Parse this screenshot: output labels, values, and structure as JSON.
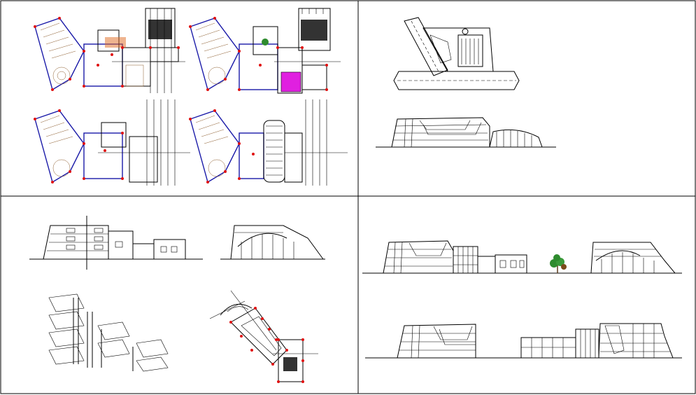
{
  "sheet": {
    "background": "#ffffff",
    "line_color": "#000000",
    "accent_colors": {
      "wall_blue": "#1a1aa8",
      "column_red": "#e01010",
      "furniture_brown": "#8b5a2b",
      "room_magenta": "#e020e0",
      "tree_green": "#2e8b2e"
    }
  },
  "panels": [
    {
      "id": "floor-plans",
      "content": [
        "ground-floor-plan",
        "first-floor-plan",
        "second-floor-plan",
        "third-floor-plan"
      ]
    },
    {
      "id": "site-plan-and-elevation",
      "content": [
        "site-plan",
        "front-elevation"
      ]
    },
    {
      "id": "sections-and-structure",
      "content": [
        "longitudinal-section",
        "cross-section",
        "structural-axonometric",
        "column-grid-plan"
      ]
    },
    {
      "id": "elevations",
      "content": [
        "south-elevation-with-tree",
        "north-elevation"
      ]
    }
  ]
}
